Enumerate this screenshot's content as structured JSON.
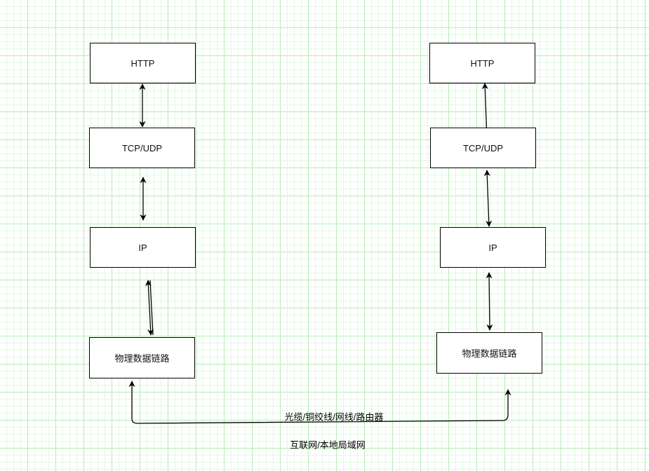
{
  "left_stack": {
    "http": "HTTP",
    "tcp_udp": "TCP/UDP",
    "ip": "IP",
    "physical_link": "物理数据链路"
  },
  "right_stack": {
    "http": "HTTP",
    "tcp_udp": "TCP/UDP",
    "ip": "IP",
    "physical_link": "物理数据链路"
  },
  "connection": {
    "medium_label": "光缆/铜绞线/网线/路由器",
    "network_label": "互联网/本地局域网"
  },
  "colors": {
    "line": "#000000",
    "grid": "#b6ecb6"
  }
}
